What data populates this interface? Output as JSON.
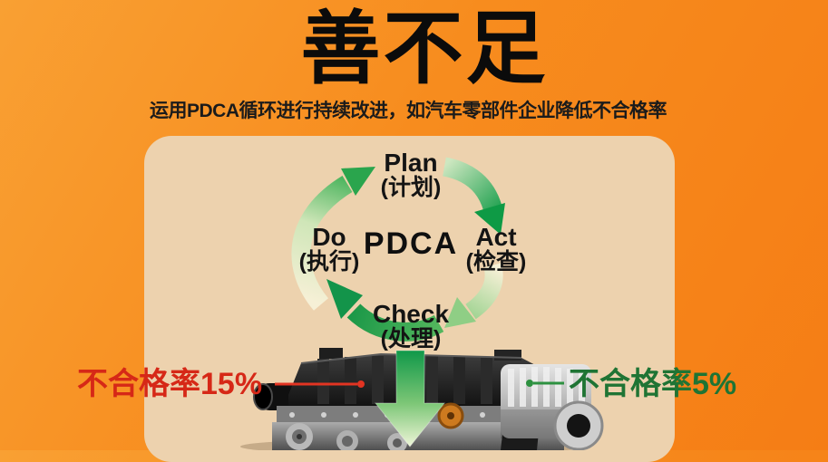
{
  "page": {
    "title": "善不足",
    "subtitle": "运用PDCA循环进行持续改进，如汽车零部件企业降低不合格率"
  },
  "pdca": {
    "center": "PDCA",
    "plan": {
      "en": "Plan",
      "zh": "(计划)"
    },
    "act": {
      "en": "Act",
      "zh": "(检查)"
    },
    "check": {
      "en": "Check",
      "zh": "(处理)"
    },
    "do": {
      "en": "Do",
      "zh": "(执行)"
    }
  },
  "callouts": {
    "before": "不合格率15%",
    "after": "不合格率5%"
  },
  "colors": {
    "background_orange": "#f78c1e",
    "panel_tan": "#edd2ae",
    "cycle_green_dark": "#0f9a45",
    "cycle_green_pale": "#f6f0d6",
    "down_arrow_green": "#17a24b",
    "before_red": "#d62817",
    "after_green": "#1f7434"
  },
  "icons": {
    "cycle_arrows": "pdca-cycle-arrows",
    "down_arrow": "improvement-down-arrow",
    "engine": "car-engine-illustration"
  }
}
